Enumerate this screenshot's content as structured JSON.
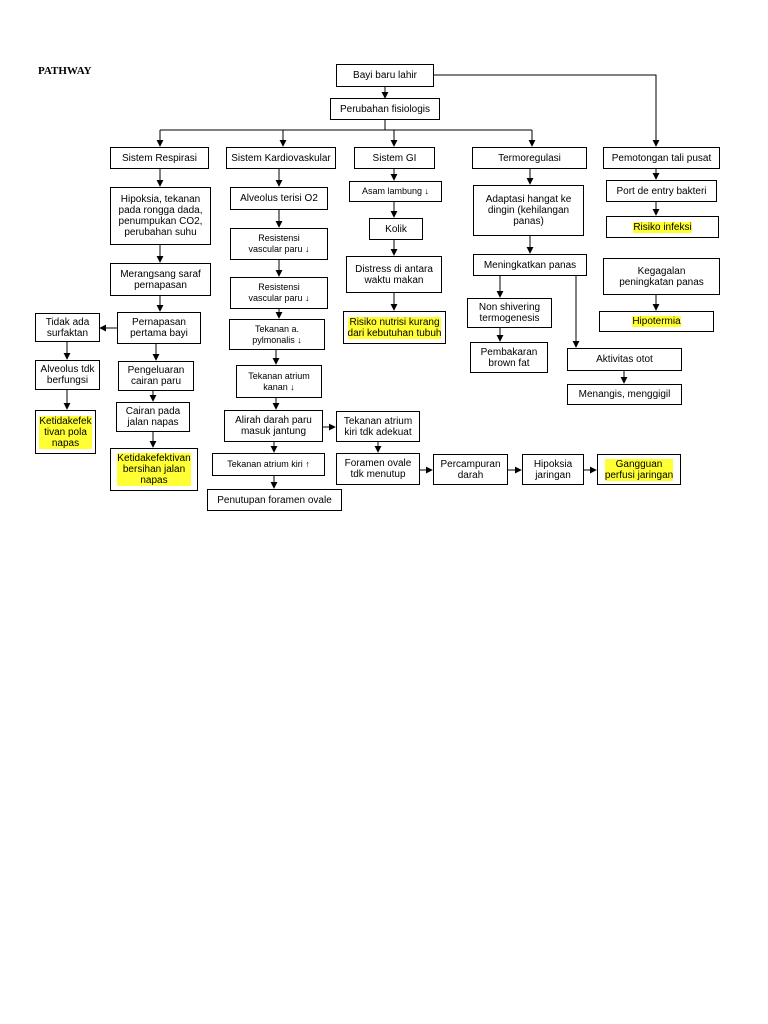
{
  "title": "PATHWAY",
  "highlight_color": "#ffff33",
  "nodes": {
    "bayi": "Bayi baru lahir",
    "perubahan": "Perubahan fisiologis",
    "resp": "Sistem Respirasi",
    "kardio": "Sistem Kardiovaskular",
    "gi": "Sistem GI",
    "termo": "Termoregulasi",
    "tali": "Pemotongan tali pusat",
    "hipoksia": "Hipoksia, tekanan\npada rongga dada,\npenumpukan CO2,\nperubahan suhu",
    "merangsang": "Merangsang saraf\npernapasan",
    "pernapasan": "Pernapasan\npertama bayi",
    "tidakada": "Tidak ada\nsurfaktan",
    "alveolustdk": "Alveolus tdk\nberfungsi",
    "ketidakpola": "Ketidakefek\ntivan pola\nnapas",
    "pengeluaran": "Pengeluaran\ncairan paru",
    "cairan": "Cairan pada\njalan napas",
    "ketidakjalan": "Ketidakefektivan\nbersihan jalan\nnapas",
    "alveolusterisi": "Alveolus terisi O2",
    "resistensi1": "Resistensi\nvascular paru ↓",
    "resistensi2": "Resistensi\nvascular paru ↓",
    "tekanana": "Tekanan a.\npylmonalis ↓",
    "atriumkanan": "Tekanan atrium\nkanan ↓",
    "aliran": "Alirah darah paru\nmasuk jantung",
    "atriumkiritdk": "Tekanan atrium\nkiri tdk adekuat",
    "atriumkiri": "Tekanan atrium kiri ↑",
    "penutupan": "Penutupan foramen ovale",
    "foramen": "Foramen ovale\ntdk menutup",
    "percampuran": "Percampuran\ndarah",
    "hipoksiajar": "Hipoksia\njaringan",
    "gangguan": "Gangguan\nperfusi jaringan",
    "asam": "Asam lambung ↓",
    "kolik": "Kolik",
    "distress": "Distress di antara\nwaktu makan",
    "risikonutrisi": "Risiko nutrisi kurang\ndari kebutuhan tubuh",
    "adaptasi": "Adaptasi hangat ke\ndingin (kehilangan\npanas)",
    "meningkatkan": "Meningkatkan panas",
    "nonshiver": "Non shivering\ntermogenesis",
    "pembakaran": "Pembakaran\nbrown fat",
    "aktivitas": "Aktivitas otot",
    "menangis": "Menangis, menggigil",
    "port": "Port de entry bakteri",
    "risikoinfeksi": "Risiko infeksi",
    "kegagalan": "Kegagalan\npeningkatan panas",
    "hipotermia": "Hipotermia"
  }
}
